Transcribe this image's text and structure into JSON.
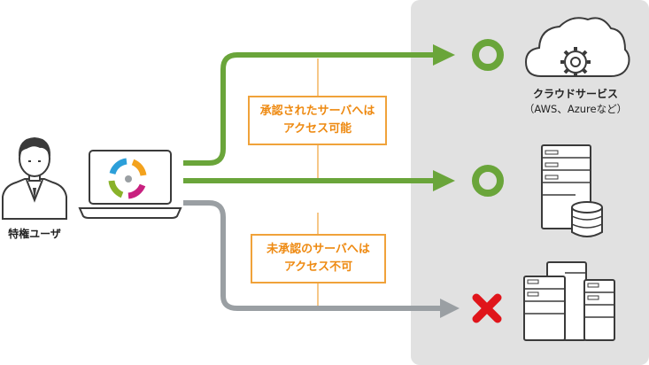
{
  "colors": {
    "allowed": "#6aa53a",
    "denied": "#9a9fa3",
    "zone_bg": "#e1e1e1",
    "label_border": "#f0a23a",
    "label_text": "#ee8a12",
    "cross": "#e0151b"
  },
  "user": {
    "label": "特権ユーザ",
    "icon": "user-icon"
  },
  "laptop": {
    "icon": "laptop-icon"
  },
  "labels": {
    "approved": [
      "承認されたサーバへは",
      "アクセス可能"
    ],
    "unapproved": [
      "未承認のサーバへは",
      "アクセス不可"
    ]
  },
  "targets": {
    "cloud": {
      "title": "クラウドサービス",
      "subtitle": "（AWS、Azureなど）",
      "icon": "cloud-gear-icon",
      "status_icon": "circle-ok-icon"
    },
    "server": {
      "icon": "server-database-icon",
      "status_icon": "circle-ok-icon"
    },
    "unapproved_server": {
      "icon": "server-rack-icon",
      "status_icon": "cross-icon"
    }
  }
}
